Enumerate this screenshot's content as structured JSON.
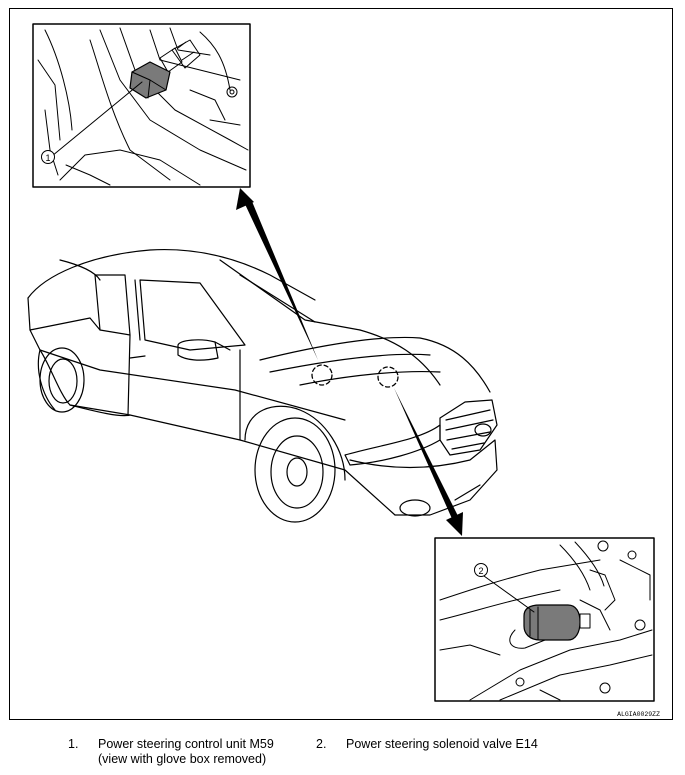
{
  "figure_code": "ALGIA0029ZZ",
  "callouts": [
    "1",
    "2"
  ],
  "legend": [
    {
      "number": "1.",
      "lines": [
        "Power steering control unit M59",
        "(view with glove box removed)"
      ]
    },
    {
      "number": "2.",
      "lines": [
        "Power steering solenoid valve E14"
      ]
    }
  ],
  "colors": {
    "line": "#000000",
    "background": "#ffffff",
    "component_shade": "#7a7a7a"
  }
}
